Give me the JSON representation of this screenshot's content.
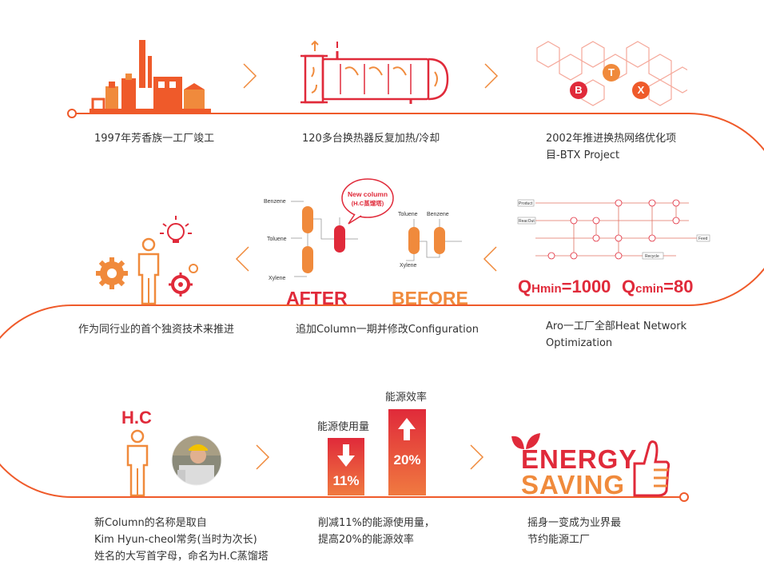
{
  "colors": {
    "accent_red": "#e02a3a",
    "accent_orange": "#f08a3c",
    "line": "#ef5a2a"
  },
  "row1": {
    "captions": [
      "1997年芳香族一工厂竣工",
      "120多台换热器反复加热/冷却",
      "2002年推进换热网络优化项",
      "目-BTX Project"
    ],
    "btx": [
      "B",
      "T",
      "X"
    ]
  },
  "row2": {
    "innovation_caption": "作为同行业的首个独资技术来推进",
    "config_caption": "追加Column一期并修改Configuration",
    "heat_caption_1": "Aro一工厂全部Heat Network",
    "heat_caption_2": "Optimization",
    "after_label": "AFTER",
    "before_label": "BEFORE",
    "new_column_1": "New column",
    "new_column_2": "(H.C蒸馏塔)",
    "after_streams": [
      "Benzene",
      "Toluene",
      "Xylene"
    ],
    "before_streams": [
      "Toluene",
      "Benzene",
      "Xylene"
    ],
    "qh_big": "Q",
    "qh_sub": "Hmin",
    "qh_val": "=1000",
    "qc_big": "Q",
    "qc_sub": "cmin",
    "qc_val": "=80",
    "network_labels": [
      "Product",
      "ReacOut",
      "Feed",
      "Recycle"
    ]
  },
  "row3": {
    "hc_title": "H.C",
    "hc_caption": [
      "新Column的名称是取自",
      "Kim Hyun-cheol常务(当时为次长)",
      "姓名的大写首字母，命名为H.C蒸馏塔"
    ],
    "energy_use_label": "能源使用量",
    "energy_use_value": "11%",
    "efficiency_label": "能源效率",
    "efficiency_value": "20%",
    "energy_caption": [
      "削减11%的能源使用量，",
      "提高20%的能源效率"
    ],
    "energy_word": "ENERGY",
    "saving_word": "SAVING",
    "saving_caption": [
      "摇身一变成为业界最",
      "节约能源工厂"
    ]
  }
}
